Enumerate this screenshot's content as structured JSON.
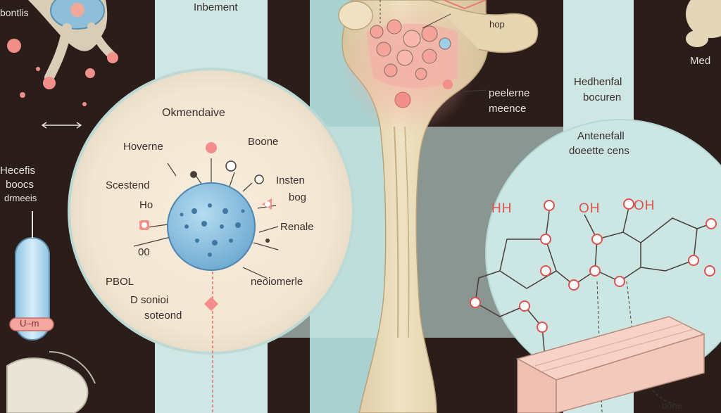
{
  "labels": {
    "top_left": "bontlis",
    "top_center": "Inbement",
    "top_right_near": "hop",
    "top_right_edge": "Med",
    "circle_title": "Okmendaive",
    "left_upper": "Hoverne",
    "right_upper": "Boone",
    "left_mid": "Scestend",
    "right_mid_a": "Insten",
    "right_mid_b": "bog",
    "left_ho": "Ho",
    "right_renale": "Renale",
    "left_00": "00",
    "left_pbol": "PBOL",
    "right_neoiomerle": "neoiomerle",
    "bottom_1": "D  sonioi",
    "bottom_2": "soteond",
    "left_column_1": "Hecefis",
    "left_column_2": "boocs",
    "left_column_3": "drmeeis",
    "capsule_label": "U–m",
    "joint_label_1": "peelerne",
    "joint_label_2": "meence",
    "right_upper_1": "Hedhenfal",
    "right_upper_2": "bocuren",
    "right_lower_1": "Antenefall",
    "right_lower_2": "doeette cens",
    "chem_hh": "HH",
    "chem_oh1": "OH",
    "chem_oh2": "OH",
    "bottom_right": "bone"
  }
}
